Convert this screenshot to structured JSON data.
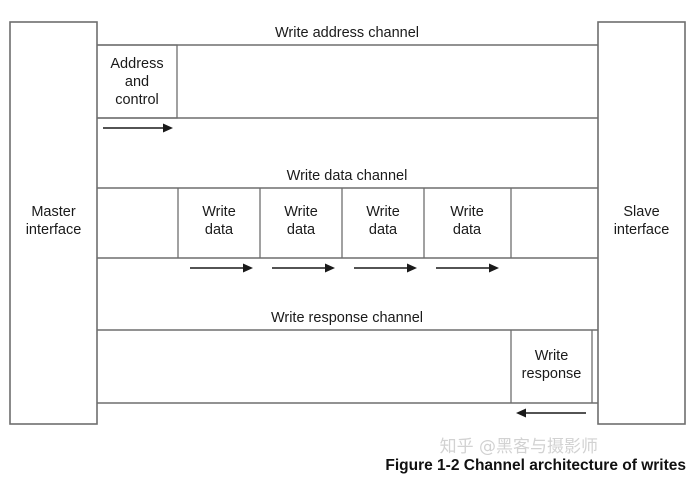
{
  "figure": {
    "caption": "Figure 1-2 Channel architecture of writes",
    "watermark": "知乎 @黑客与摄影师"
  },
  "endpoints": {
    "master": {
      "line1": "Master",
      "line2": "interface"
    },
    "slave": {
      "line1": "Slave",
      "line2": "interface"
    }
  },
  "channels": [
    {
      "id": "write-address-channel",
      "label": "Write address channel",
      "direction": "master-to-slave",
      "cells": [
        {
          "id": "address-and-control",
          "lines": [
            "Address",
            "and",
            "control"
          ]
        }
      ],
      "arrows": 1
    },
    {
      "id": "write-data-channel",
      "label": "Write data channel",
      "direction": "master-to-slave",
      "cells": [
        {
          "id": "write-data-1",
          "lines": [
            "Write",
            "data"
          ]
        },
        {
          "id": "write-data-2",
          "lines": [
            "Write",
            "data"
          ]
        },
        {
          "id": "write-data-3",
          "lines": [
            "Write",
            "data"
          ]
        },
        {
          "id": "write-data-4",
          "lines": [
            "Write",
            "data"
          ]
        }
      ],
      "arrows": 4
    },
    {
      "id": "write-response-channel",
      "label": "Write response channel",
      "direction": "slave-to-master",
      "cells": [
        {
          "id": "write-response",
          "lines": [
            "Write",
            "response"
          ]
        }
      ],
      "arrows": 1
    }
  ],
  "colors": {
    "stroke": "#6e6e6e",
    "arrow": "#1a1a1a",
    "text": "#1a1a1a",
    "background": "#ffffff",
    "watermark": "#d2d2d2"
  }
}
